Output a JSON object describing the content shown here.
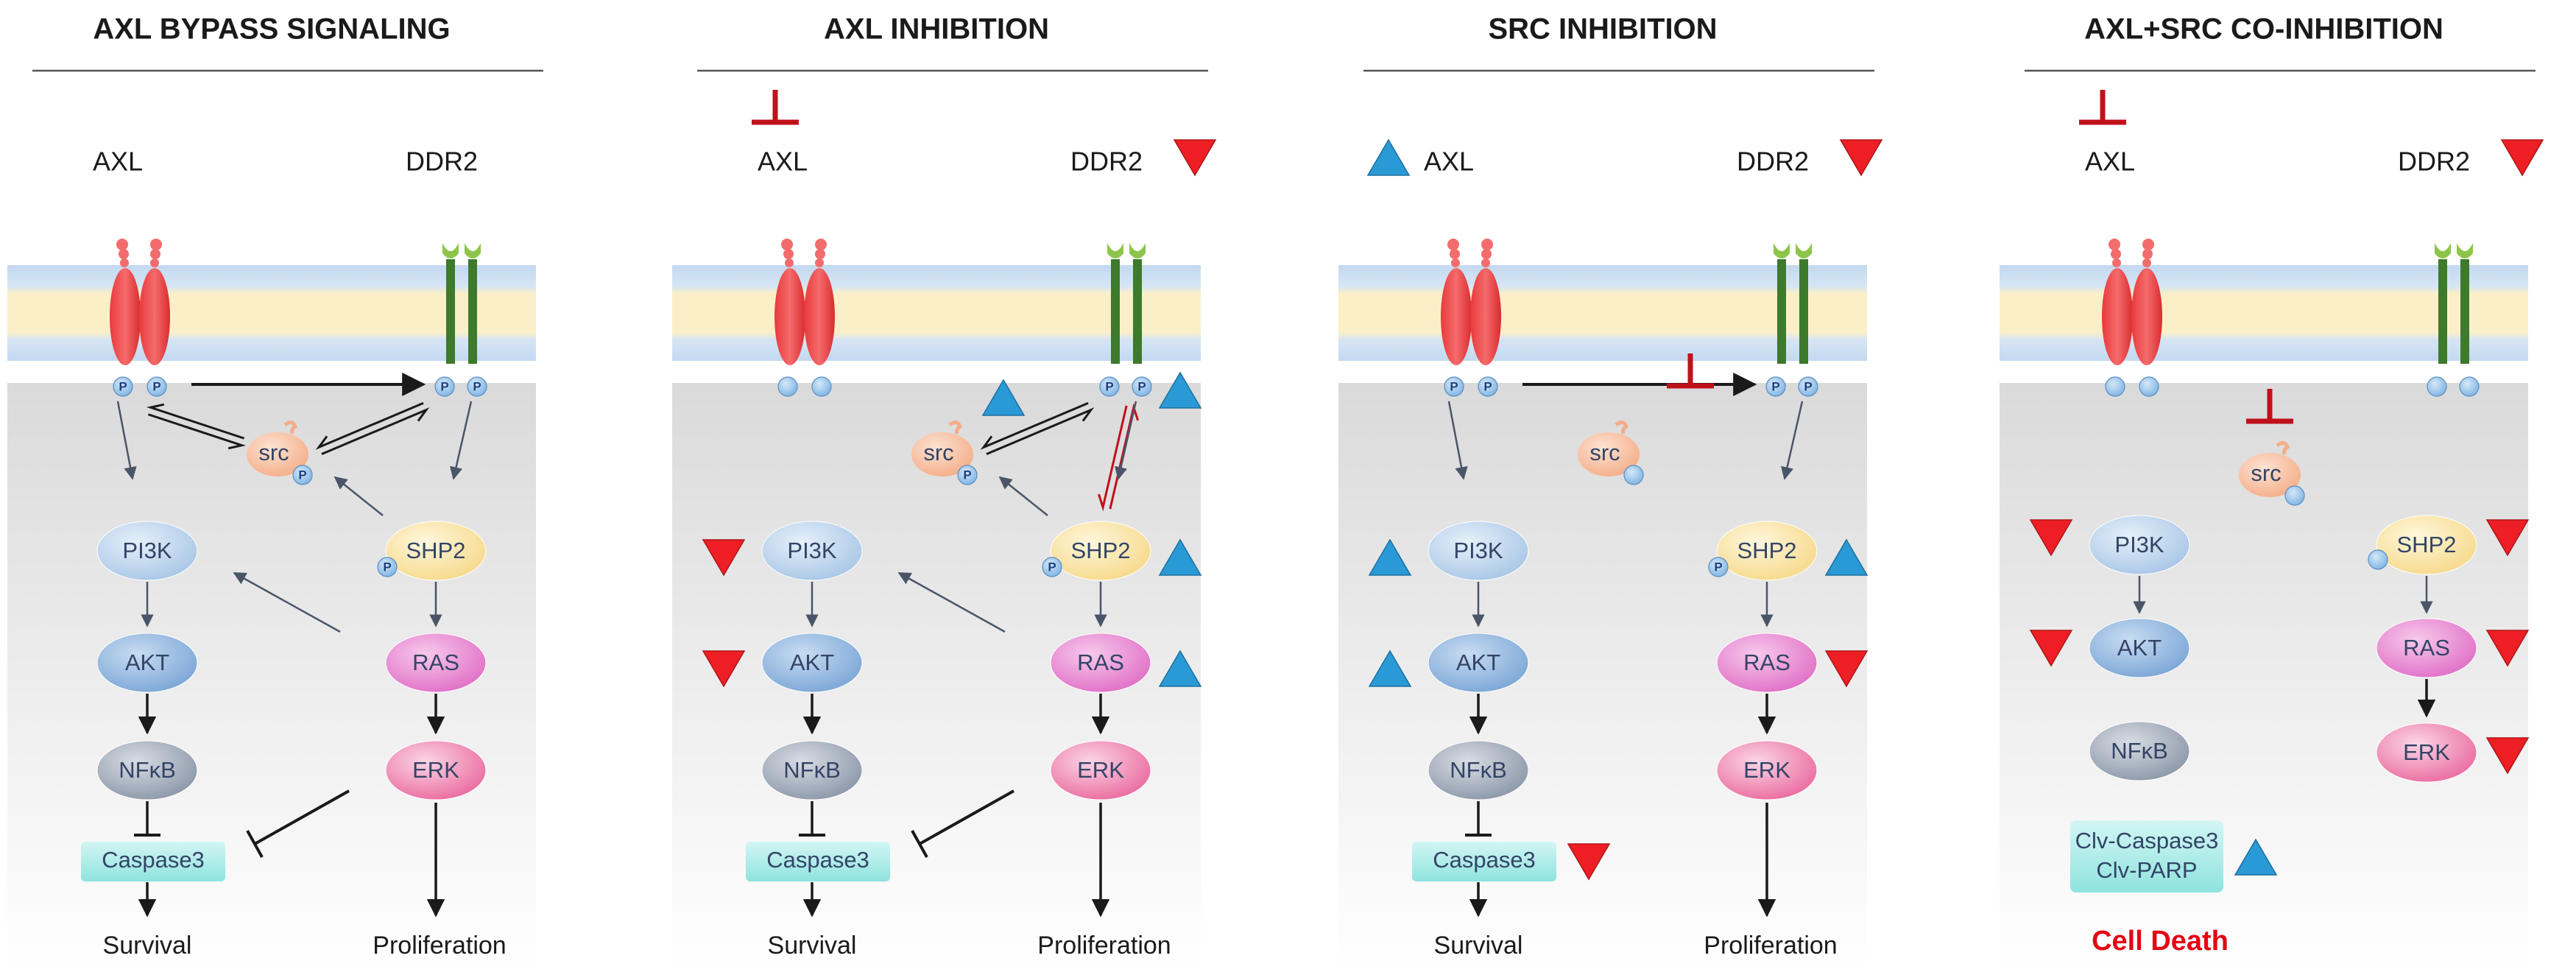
{
  "colors": {
    "membrane_blue": "#c3d9f0",
    "membrane_yellow": "#fbefc8",
    "axl_red": "#f0494a",
    "ddr2_green": "#3d7a2c",
    "inhibit_red": "#c0111b",
    "up_blue": "#2a9ad6",
    "down_red": "#ed1f24",
    "cell_death_red": "#e30613"
  },
  "panels": [
    {
      "title": "AXL BYPASS SIGNALING",
      "axl_label": "AXL",
      "ddr2_label": "DDR2",
      "phospho": "P",
      "src": "src",
      "nodes": {
        "pi3k": "PI3K",
        "shp2": "SHP2",
        "akt": "AKT",
        "ras": "RAS",
        "nfkb": "NFκB",
        "erk": "ERK",
        "caspase": "Caspase3"
      },
      "outcomes": {
        "left": "Survival",
        "right": "Proliferation"
      }
    },
    {
      "title": "AXL INHIBITION",
      "axl_label": "AXL",
      "ddr2_label": "DDR2",
      "phospho": "P",
      "src": "src",
      "nodes": {
        "pi3k": "PI3K",
        "shp2": "SHP2",
        "akt": "AKT",
        "ras": "RAS",
        "nfkb": "NFκB",
        "erk": "ERK",
        "caspase": "Caspase3"
      },
      "outcomes": {
        "left": "Survival",
        "right": "Proliferation"
      }
    },
    {
      "title": "SRC INHIBITION",
      "axl_label": "AXL",
      "ddr2_label": "DDR2",
      "phospho": "P",
      "src": "src",
      "nodes": {
        "pi3k": "PI3K",
        "shp2": "SHP2",
        "akt": "AKT",
        "ras": "RAS",
        "nfkb": "NFκB",
        "erk": "ERK",
        "caspase": "Caspase3"
      },
      "outcomes": {
        "left": "Survival",
        "right": "Proliferation"
      }
    },
    {
      "title": "AXL+SRC CO-INHIBITION",
      "axl_label": "AXL",
      "ddr2_label": "DDR2",
      "src": "src",
      "nodes": {
        "pi3k": "PI3K",
        "shp2": "SHP2",
        "akt": "AKT",
        "ras": "RAS",
        "nfkb": "NFκB",
        "erk": "ERK",
        "clv_caspase": "Clv-Caspase3",
        "clv_parp": "Clv-PARP"
      },
      "outcome": "Cell Death"
    }
  ]
}
